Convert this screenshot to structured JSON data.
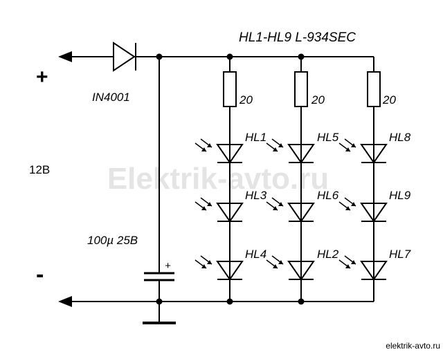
{
  "header": {
    "part_label": "HL1-HL9 L-934SEC"
  },
  "supply": {
    "plus": "+",
    "minus": "-",
    "voltage": "12B"
  },
  "diode": {
    "label": "IN4001"
  },
  "capacitor": {
    "label": "100µ 25B",
    "polarity": "+"
  },
  "resistors": [
    {
      "value": "20"
    },
    {
      "value": "20"
    },
    {
      "value": "20"
    }
  ],
  "leds": [
    {
      "label": "HL1"
    },
    {
      "label": "HL5"
    },
    {
      "label": "HL8"
    },
    {
      "label": "HL3"
    },
    {
      "label": "HL6"
    },
    {
      "label": "HL9"
    },
    {
      "label": "HL4"
    },
    {
      "label": "HL2"
    },
    {
      "label": "HL7"
    }
  ],
  "watermark": {
    "center": "Elektrik-avto.ru",
    "corner": "elektrik-avto.ru"
  },
  "colors": {
    "ink": "#000000",
    "background": "#ffffff",
    "watermark": "#e4e4e4"
  }
}
